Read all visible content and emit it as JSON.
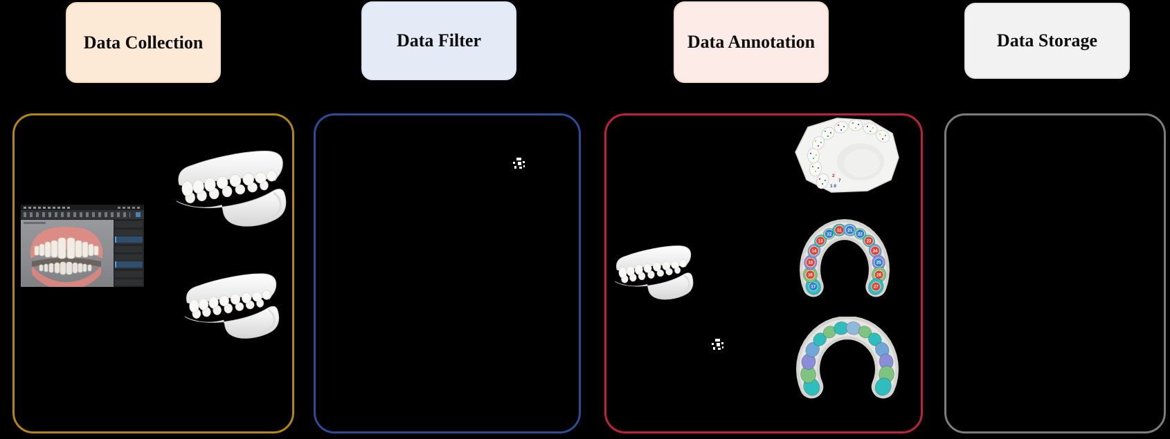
{
  "diagram": {
    "background": "#000000",
    "stages": [
      {
        "key": "collection",
        "title": "Data Collection",
        "header_bg": "#fcead7",
        "header_border": "#f7dcba",
        "panel_border": "#b5870f"
      },
      {
        "key": "filter",
        "title": "Data Filter",
        "header_bg": "#e4ebf7",
        "header_border": "#dae3f2",
        "panel_border": "#2b4c9b"
      },
      {
        "key": "annotation",
        "title": "Data Annotation",
        "header_bg": "#fcebe7",
        "header_border": "#f6dbc8",
        "panel_border": "#c11f3e"
      },
      {
        "key": "storage",
        "title": "Data Storage",
        "header_bg": "#f2f2f3",
        "header_border": "#e4e4e5",
        "panel_border": "#7c7c7c"
      }
    ]
  },
  "collection_content": {
    "items": [
      "dental-cad-software-screenshot",
      "upper-lower-jaw-model-side-view",
      "upper-lower-jaw-model-side-view-2"
    ]
  },
  "filter_content": {
    "items": [
      "small-thumbnail-artifact"
    ]
  },
  "annotation_content": {
    "items": [
      "upper-jaw-occlusal-model-with-landmarks",
      "jaw-model-side-view",
      "tooth-numbering-arch",
      "small-thumbnail-artifact",
      "tooth-segmentation-arch"
    ],
    "landmark_colors": [
      "#d83030",
      "#30a030",
      "#3858d8",
      "#e0c020",
      "#20b8c8"
    ],
    "occlusal_marks": [
      {
        "text": "2",
        "color": "#cc2020"
      },
      {
        "text": "7",
        "color": "#444444"
      },
      {
        "text": "1 0",
        "color": "#2040cc"
      }
    ],
    "numbered_arch": {
      "badge_red": "#e8402e",
      "badge_blue": "#2e7fd8",
      "teeth": [
        {
          "fdi": "17",
          "badge": "#2e7fd8",
          "fill": "#2fbdbd"
        },
        {
          "fdi": "16",
          "badge": "#e8402e",
          "fill": "#7cc47f"
        },
        {
          "fdi": "15",
          "badge": "#e8402e",
          "fill": "#8a8ed8"
        },
        {
          "fdi": "14",
          "badge": "#e8402e",
          "fill": "#6fa8d8"
        },
        {
          "fdi": "13",
          "badge": "#e8402e",
          "fill": "#2fbdbd"
        },
        {
          "fdi": "12",
          "badge": "#2e7fd8",
          "fill": "#7cc47f"
        },
        {
          "fdi": "11",
          "badge": "#e8402e",
          "fill": "#2fbdbd"
        },
        {
          "fdi": "21",
          "badge": "#2e7fd8",
          "fill": "#6fa8d8"
        },
        {
          "fdi": "22",
          "badge": "#2e7fd8",
          "fill": "#7cc47f"
        },
        {
          "fdi": "23",
          "badge": "#e8402e",
          "fill": "#2fbdbd"
        },
        {
          "fdi": "24",
          "badge": "#e8402e",
          "fill": "#6fa8d8"
        },
        {
          "fdi": "25",
          "badge": "#2e7fd8",
          "fill": "#8a8ed8"
        },
        {
          "fdi": "26",
          "badge": "#e8402e",
          "fill": "#7cc47f"
        },
        {
          "fdi": "27",
          "badge": "#e8402e",
          "fill": "#2fbdbd"
        }
      ]
    },
    "segmented_arch": {
      "teeth_fills": [
        "#2fbdbd",
        "#7cc47f",
        "#8a8ed8",
        "#6fa8d8",
        "#2fbdbd",
        "#7cc47f",
        "#2fbdbd",
        "#8fb8dc",
        "#7cc47f",
        "#2fbdbd",
        "#6fa8d8",
        "#8a8ed8",
        "#7cc47f",
        "#2fbdbd"
      ]
    }
  }
}
